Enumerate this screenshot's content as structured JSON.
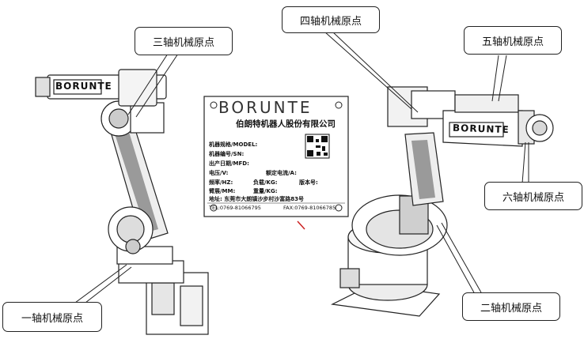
{
  "brand_logo": "BORUNTE",
  "callouts": {
    "axis1": "一轴机械原点",
    "axis2": "二轴机械原点",
    "axis3": "三轴机械原点",
    "axis4": "四轴机械原点",
    "axis5": "五轴机械原点",
    "axis6": "六轴机械原点"
  },
  "nameplate": {
    "logo": "BORUNTE",
    "company": "伯朗特机器人股份有限公司",
    "model": "机器规格/MODEL:",
    "serial": "机器编号/SN:",
    "mfd": "出产日期/MFD:",
    "voltage": "电压/V:",
    "rated_current": "额定电流/A:",
    "frequency": "频率/HZ:",
    "load": "负载/KG:",
    "version": "版本号:",
    "reach": "臂展/MM:",
    "weight": "重量/KG:",
    "address": "地址: 东莞市大朗镇沙步村沙富路83号",
    "tel": "TEL:0769-81066795",
    "fax": "FAX:0769-81066785"
  },
  "colors": {
    "line": "#222222",
    "shade": "#9a9a9a",
    "accent_mark": "#cc2222"
  }
}
